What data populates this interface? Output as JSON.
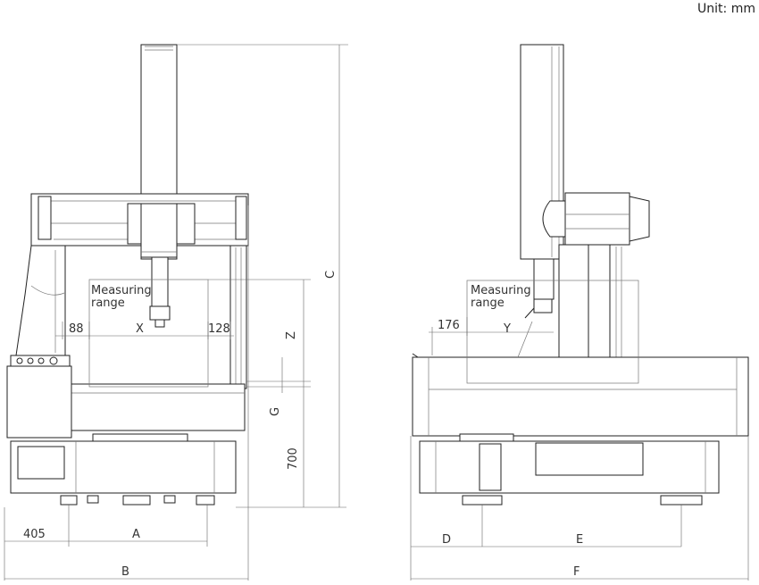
{
  "unit_label": "Unit: mm",
  "front_view": {
    "range_label_1": "Measuring",
    "range_label_2": "range",
    "dim_x": "X",
    "dim_z": "Z",
    "dim_c": "C",
    "dim_g": "G",
    "dim_88": "88",
    "dim_128": "128",
    "dim_700": "700",
    "dim_405": "405",
    "dim_a": "A",
    "dim_b": "B"
  },
  "side_view": {
    "range_label_1": "Measuring",
    "range_label_2": "range",
    "dim_176": "176",
    "dim_y": "Y",
    "dim_d": "D",
    "dim_e": "E",
    "dim_f": "F"
  }
}
